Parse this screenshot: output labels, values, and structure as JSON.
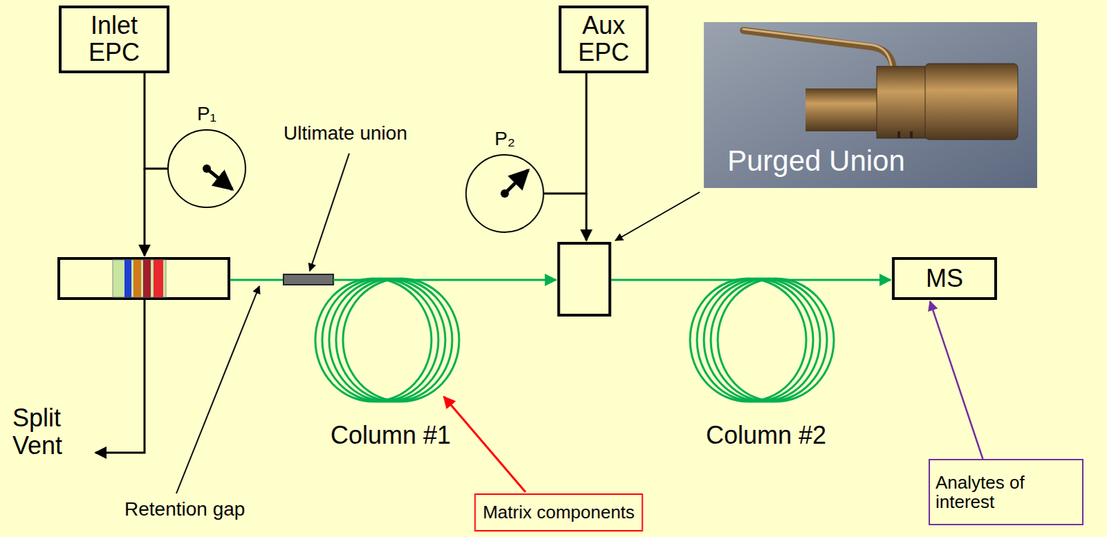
{
  "diagram": {
    "nodes": [
      {
        "text": [
          "Inlet EPC"
        ]
      },
      {
        "text": [
          "Aux EPC"
        ]
      },
      {
        "text": [
          "Purged Union"
        ]
      },
      {
        "text": [
          "P₁"
        ]
      },
      {
        "text": [
          "P₂"
        ]
      },
      {
        "text": [
          "MS"
        ]
      },
      {
        "text": [
          "Analytes of interest"
        ]
      },
      {
        "text": [
          "Matrix components"
        ]
      }
    ],
    "edges": [
      {
        "from": 0,
        "to": 3,
        "arrow": "none"
      },
      {
        "from": 1,
        "to": 4,
        "arrow": "none"
      },
      {
        "from": 6,
        "to": 5,
        "arrow": "to"
      }
    ],
    "labels": [
      "Ultimate union",
      "Split Vent",
      "Column #1",
      "Column #2",
      "Retention gap"
    ]
  }
}
